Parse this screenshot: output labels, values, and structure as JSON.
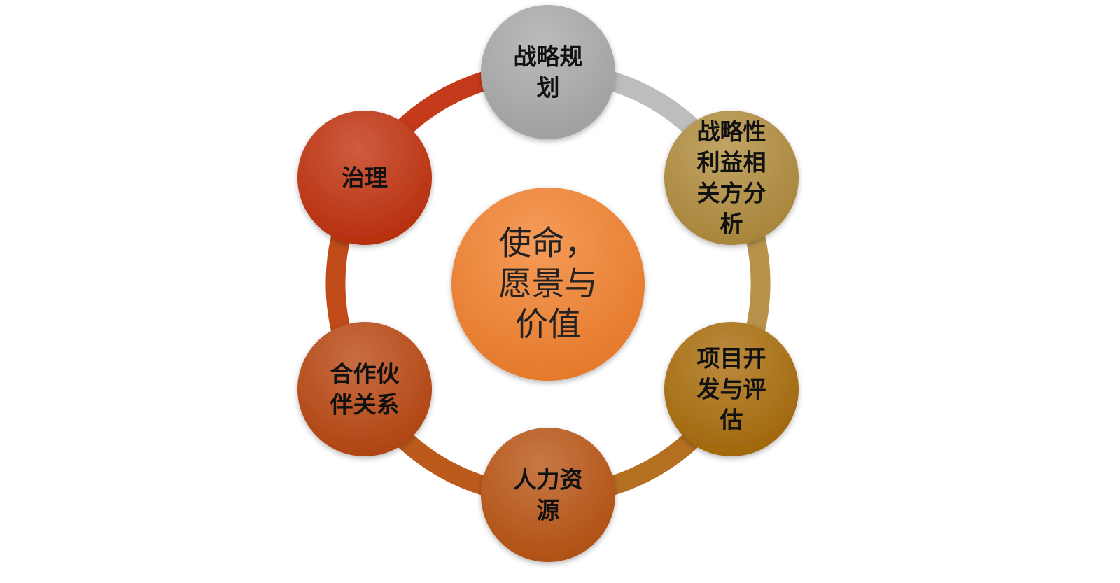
{
  "center": {
    "lines": [
      "使命，",
      "愿景与",
      "价值"
    ],
    "color": "#F27F2A"
  },
  "nodes": [
    {
      "id": "strategic-planning",
      "lines": [
        "战略规",
        "划"
      ],
      "color": "#A8A8A8"
    },
    {
      "id": "stakeholder-analysis",
      "lines": [
        "战略性",
        "利益相",
        "关方分",
        "析"
      ],
      "color": "#B08A3A"
    },
    {
      "id": "project-development",
      "lines": [
        "项目开",
        "发与评",
        "估"
      ],
      "color": "#A86A08"
    },
    {
      "id": "human-resources",
      "lines": [
        "人力资",
        "源"
      ],
      "color": "#B85210"
    },
    {
      "id": "partnerships",
      "lines": [
        "合作伙",
        "伴关系"
      ],
      "color": "#B8440E"
    },
    {
      "id": "governance",
      "lines": [
        "治理"
      ],
      "color": "#C02E0A"
    }
  ],
  "ring_segments": [
    {
      "from": "strategic-planning",
      "to": "stakeholder-analysis",
      "color": "#BDBDBD"
    },
    {
      "from": "stakeholder-analysis",
      "to": "project-development",
      "color": "#B8924A"
    },
    {
      "from": "project-development",
      "to": "human-resources",
      "color": "#B47020"
    },
    {
      "from": "human-resources",
      "to": "partnerships",
      "color": "#BC5A1C"
    },
    {
      "from": "partnerships",
      "to": "governance",
      "color": "#C04A18"
    },
    {
      "from": "governance",
      "to": "strategic-planning",
      "color": "#C43A1A"
    }
  ]
}
